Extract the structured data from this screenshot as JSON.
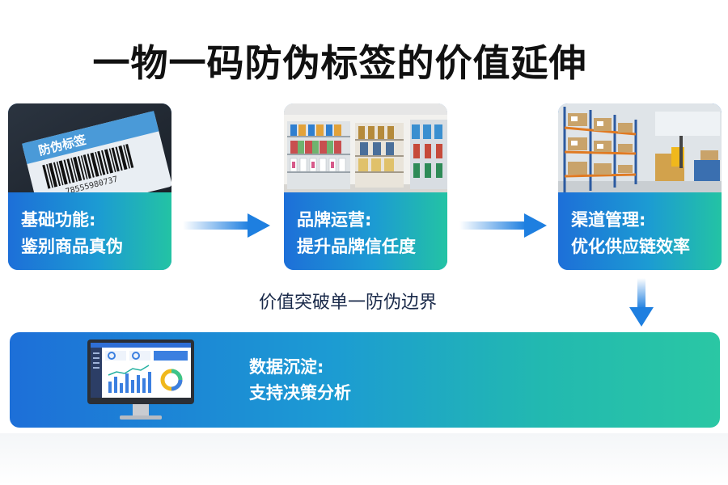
{
  "title": "一物一码防伪标签的价值延伸",
  "cards": [
    {
      "line1": "基础功能:",
      "line2": "鉴别商品真伪",
      "icon": "anti-counterfeit-label-photo"
    },
    {
      "line1": "品牌运营:",
      "line2": "提升品牌信任度",
      "icon": "retail-store-shelves-photo"
    },
    {
      "line1": "渠道管理:",
      "line2": "优化供应链效率",
      "icon": "warehouse-racks-photo"
    }
  ],
  "label_photo_text": {
    "header": "防伪标签",
    "number": "78555980737"
  },
  "middle_text": "价值突破单一防伪边界",
  "bottom": {
    "line1": "数据沉淀:",
    "line2": "支持决策分析",
    "icon": "dashboard-monitor-icon"
  },
  "colors": {
    "band_start": "#1d6fd8",
    "band_end": "#2ac7a4",
    "arrow": "#1e7fe0"
  }
}
